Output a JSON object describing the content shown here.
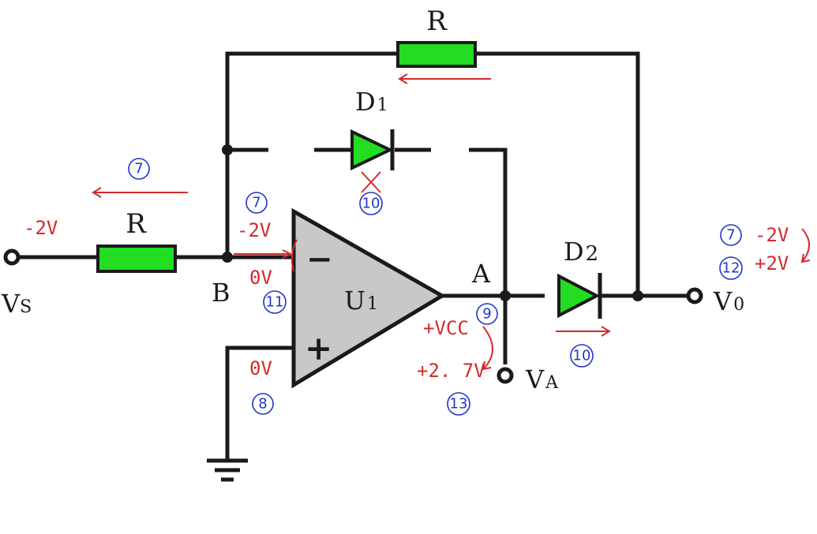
{
  "labels": {
    "r_top": "R",
    "r_left": "R",
    "d1": "D",
    "d1_sub": "1",
    "d2": "D",
    "d2_sub": "2",
    "u1": "U",
    "u1_sub": "1",
    "node_a": "A",
    "node_b": "B",
    "vs": "V",
    "vs_sub": "S",
    "vo": "V",
    "vo_sub": "0",
    "va": "V",
    "va_sub": "A",
    "minus": "−",
    "plus": "+"
  },
  "annotations": {
    "vs_voltage": "-2V",
    "b_voltage": "-2V",
    "b_zero": "0V",
    "plus_zero": "0V",
    "vcc": "+VCC",
    "va_voltage": "+2. 7V",
    "vo_neg": "-2V",
    "vo_pos": "+2V"
  },
  "step_markers": {
    "n7_top": "7",
    "n7_b": "7",
    "n7_vo": "7",
    "n8": "8",
    "n9": "9",
    "n10_d1": "10",
    "n10_d2": "10",
    "n11": "11",
    "n12": "12",
    "n13": "13"
  },
  "colors": {
    "component_fill": "#22dd22",
    "opamp_fill": "#c8c8c8",
    "annotation_red": "#d42a2a",
    "marker_blue": "#2236c8",
    "wire": "#1a1a1a"
  }
}
